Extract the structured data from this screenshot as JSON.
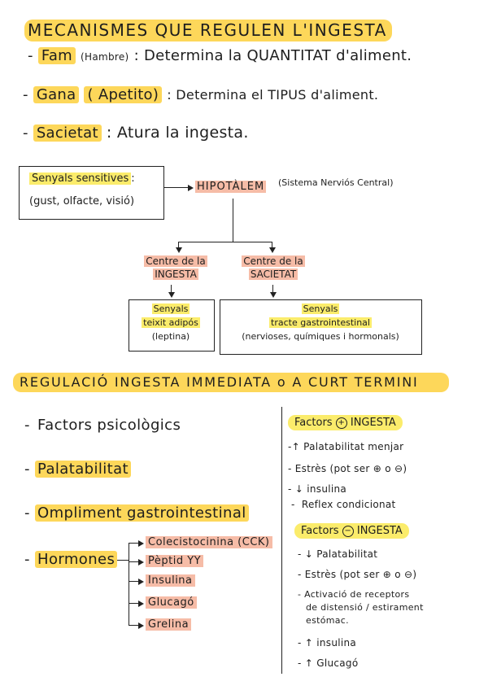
{
  "title_main": "MECANISMES QUE REGULEN L'INGESTA",
  "definitions": [
    {
      "dash": "-",
      "term": "Fam",
      "paren": "(Hambre)",
      "desc": ": Determina la QUANTITAT d'aliment."
    },
    {
      "dash": "-",
      "term": "Gana",
      "paren": "( Apetito)",
      "desc": ": Determina el TIPUS d'aliment."
    },
    {
      "dash": "-",
      "term": "Sacietat",
      "paren": "",
      "desc": ": Atura la ingesta."
    }
  ],
  "diagram": {
    "senyals_box": {
      "line1": "Senyals sensitives",
      "colon": ":",
      "line2": "(gust, olfacte, visió)"
    },
    "hipotalem": "HIPOTÀLEM",
    "hipotalem_note": "(Sistema Nerviós Central)",
    "centre_ingesta": {
      "line1": "Centre de la",
      "line2": "INGESTA"
    },
    "centre_sacietat": {
      "line1": "Centre de la",
      "line2": "SACIETAT"
    },
    "box_ingesta": {
      "line1": "Senyals",
      "line2": "teixit adipós",
      "line3": "(leptina)"
    },
    "box_sacietat": {
      "line1": "Senyals",
      "line2": "tracte gastrointestinal",
      "line3": "(nervioses, químiques i hormonals)"
    }
  },
  "title_section2": "REGULACIÓ INGESTA IMMEDIATA o A CURT TERMINI",
  "left_factors": [
    {
      "dash": "-",
      "label": "Factors psicològics"
    },
    {
      "dash": "-",
      "label": "Palatabilitat"
    },
    {
      "dash": "-",
      "label": "Ompliment gastrointestinal"
    },
    {
      "dash": "-",
      "label": "Hormones"
    }
  ],
  "hormones": [
    "Colecistocinina (CCK)",
    "Pèptid YY",
    "Insulina",
    "Glucagó",
    "Grelina"
  ],
  "factors_plus": {
    "head_left": "Factors",
    "head_sign": "+",
    "head_right": "INGESTA",
    "items": [
      {
        "dash": "-",
        "text": "↑ Palatabilitat menjar"
      },
      {
        "dash": "-",
        "text": "Estrès (pot ser ⊕ o ⊖)"
      },
      {
        "dash": "-",
        "text": "↓ insulina"
      },
      {
        "dash": "-",
        "text": "Reflex condicionat"
      }
    ]
  },
  "factors_minus": {
    "head_left": "Factors",
    "head_sign": "−",
    "head_right": "INGESTA",
    "items": [
      {
        "dash": "-",
        "text": "↓ Palatabilitat"
      },
      {
        "dash": "-",
        "text": "Estrès (pot ser ⊕ o ⊖)"
      },
      {
        "dash": "-",
        "text": "Activació de receptors"
      },
      {
        "dash": "",
        "text": "de distensió / estirament"
      },
      {
        "dash": "",
        "text": "estómac."
      },
      {
        "dash": "-",
        "text": "↑ insulina"
      },
      {
        "dash": "-",
        "text": "↑ Glucagó"
      }
    ]
  },
  "colors": {
    "yellow": "#fdd75a",
    "pink": "#f6bca7",
    "light_yellow": "#fbec6b"
  }
}
